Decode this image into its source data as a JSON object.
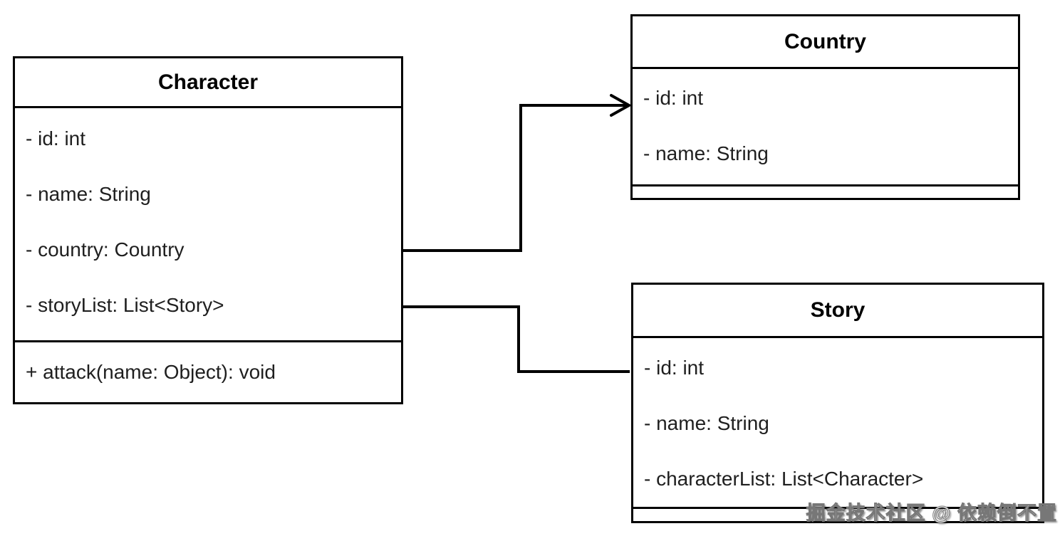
{
  "diagram_type": "uml-class-diagram",
  "classes": [
    {
      "name": "Character",
      "attributes": [
        "- id: int",
        "- name: String",
        "- country: Country",
        "- storyList: List<Story>"
      ],
      "methods": [
        "+ attack(name: Object): void"
      ]
    },
    {
      "name": "Country",
      "attributes": [
        "- id: int",
        "- name: String"
      ],
      "methods": []
    },
    {
      "name": "Story",
      "attributes": [
        "- id: int",
        "- name: String",
        "- characterList: List<Character>"
      ],
      "methods": []
    }
  ],
  "relations": [
    {
      "from": "Character",
      "to": "Country",
      "type": "directed-association",
      "arrowhead": "open"
    },
    {
      "from": "Character",
      "to": "Story",
      "type": "association",
      "arrowhead": "none"
    }
  ],
  "watermark": "掘金技术社区 @ 依赖倒不置",
  "colors": {
    "line": "#000000",
    "background": "#ffffff",
    "text": "#1a1a1a",
    "watermark_fill": "#ffffff",
    "watermark_outline": "#777777"
  }
}
